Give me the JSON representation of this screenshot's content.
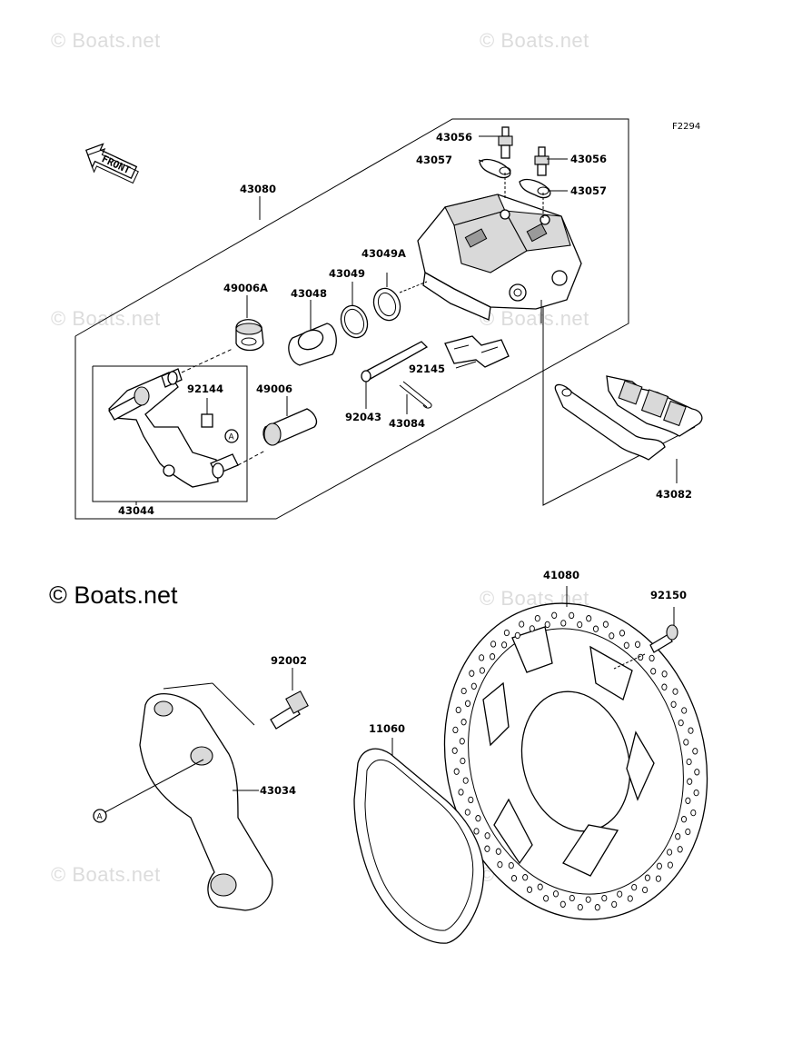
{
  "watermarks": [
    "© Boats.net",
    "© Boats.net",
    "© Boats.net",
    "© Boats.net",
    "© Boats.net",
    "© Boats.net",
    "© Boats.net",
    "© Boats.net"
  ],
  "copyright": "© Boats.net",
  "diagram_ref": "F2294",
  "front_label": "FRONT",
  "ref_letters": {
    "a1": "A",
    "a2": "A"
  },
  "parts": {
    "p43056a": "43056",
    "p43056b": "43056",
    "p43057a": "43057",
    "p43057b": "43057",
    "p43080": "43080",
    "p43049a": "43049A",
    "p43049": "43049",
    "p43048": "43048",
    "p49006a": "49006A",
    "p49006": "49006",
    "p92144": "92144",
    "p92145": "92145",
    "p92043": "92043",
    "p43084": "43084",
    "p43044": "43044",
    "p43082": "43082",
    "p41080": "41080",
    "p92150": "92150",
    "p92002": "92002",
    "p11060": "11060",
    "p43034": "43034"
  }
}
